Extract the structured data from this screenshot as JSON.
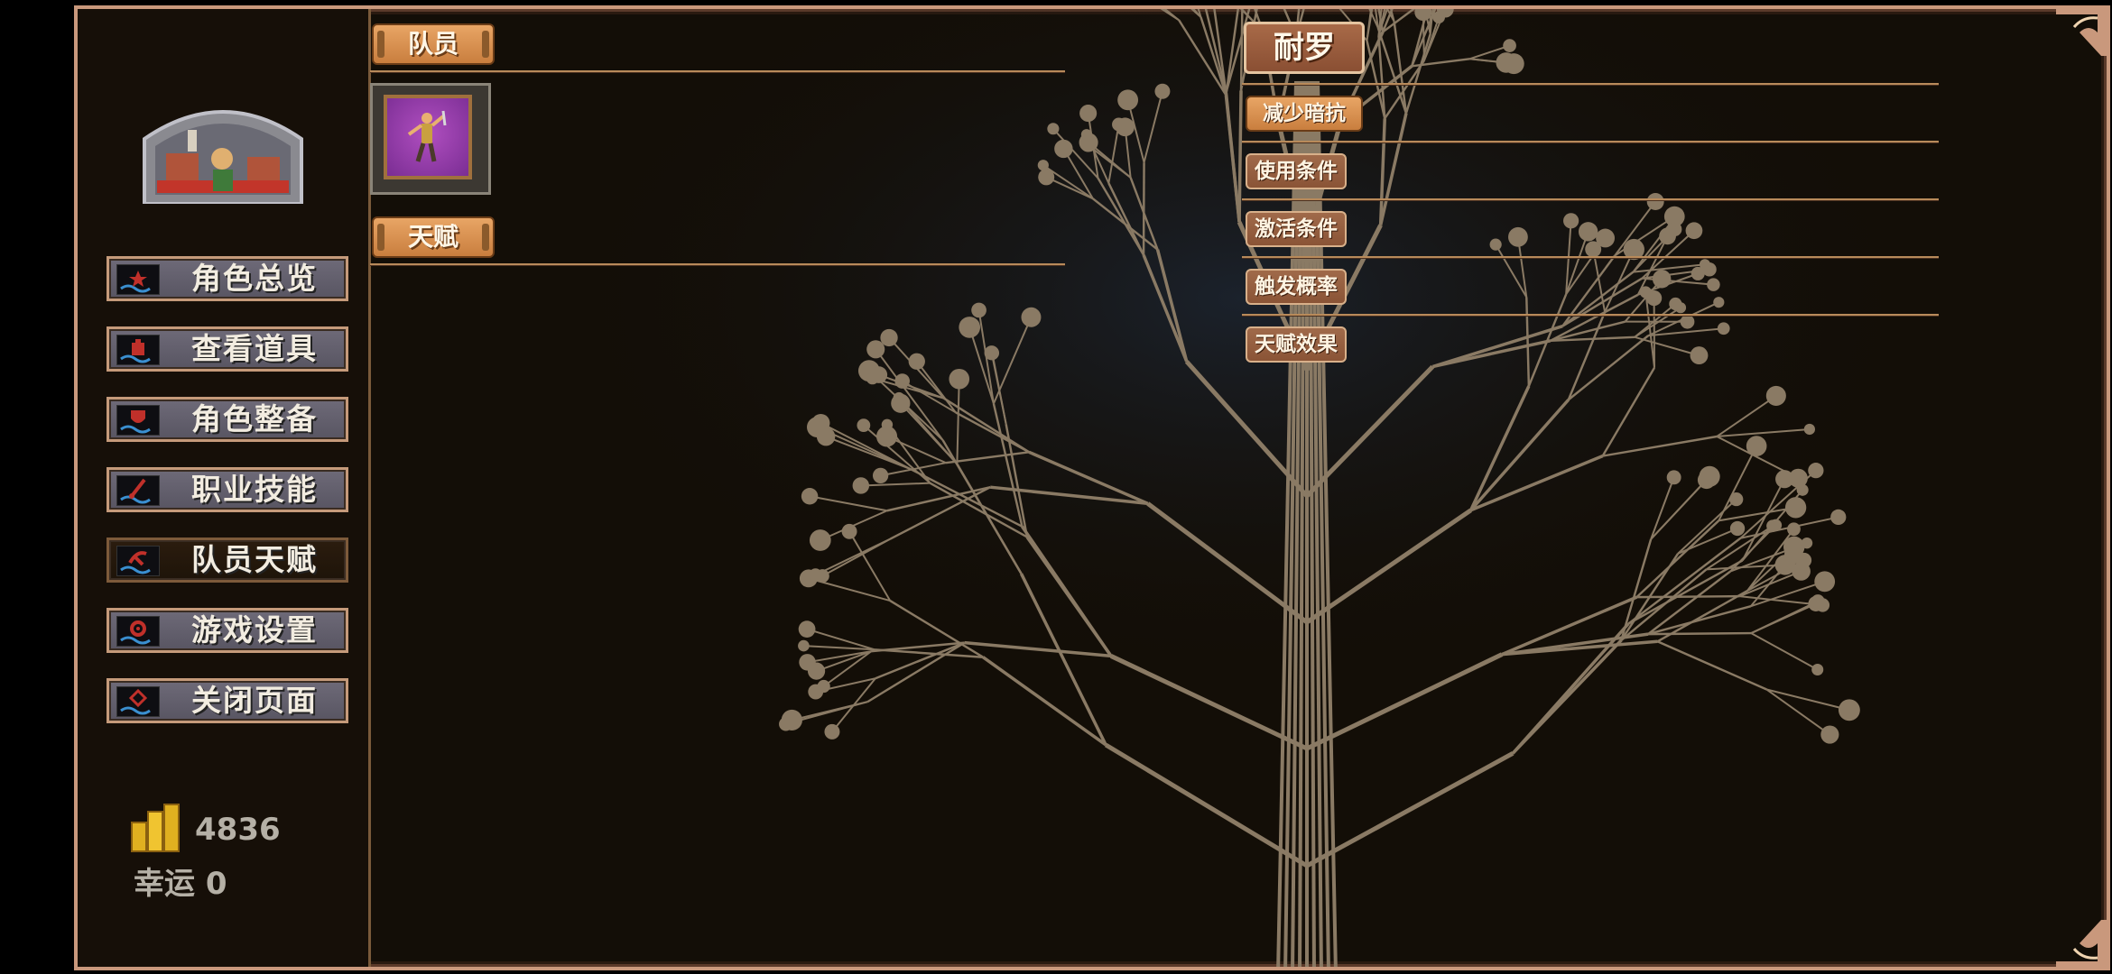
{
  "sidebar": {
    "items": [
      {
        "label": "角色总览",
        "icon": "character-overview-icon",
        "active": false
      },
      {
        "label": "查看道具",
        "icon": "items-icon",
        "active": false
      },
      {
        "label": "角色整备",
        "icon": "equipment-icon",
        "active": false
      },
      {
        "label": "职业技能",
        "icon": "skills-icon",
        "active": false
      },
      {
        "label": "队员天赋",
        "icon": "talent-icon",
        "active": true
      },
      {
        "label": "游戏设置",
        "icon": "settings-gear-icon",
        "active": false
      },
      {
        "label": "关闭页面",
        "icon": "close-page-icon",
        "active": false
      }
    ],
    "gold": "4836",
    "luck": "幸运 0"
  },
  "main": {
    "members_tab": "队员",
    "talent_tab": "天赋"
  },
  "detail": {
    "name": "耐罗",
    "talent_name": "减少暗抗",
    "sections": [
      "使用条件",
      "激活条件",
      "触发概率",
      "天赋效果"
    ]
  },
  "colors": {
    "accent": "#d98e4e",
    "frame": "#c9987c",
    "panel": "#130e07",
    "branch": "#8a7a64"
  }
}
